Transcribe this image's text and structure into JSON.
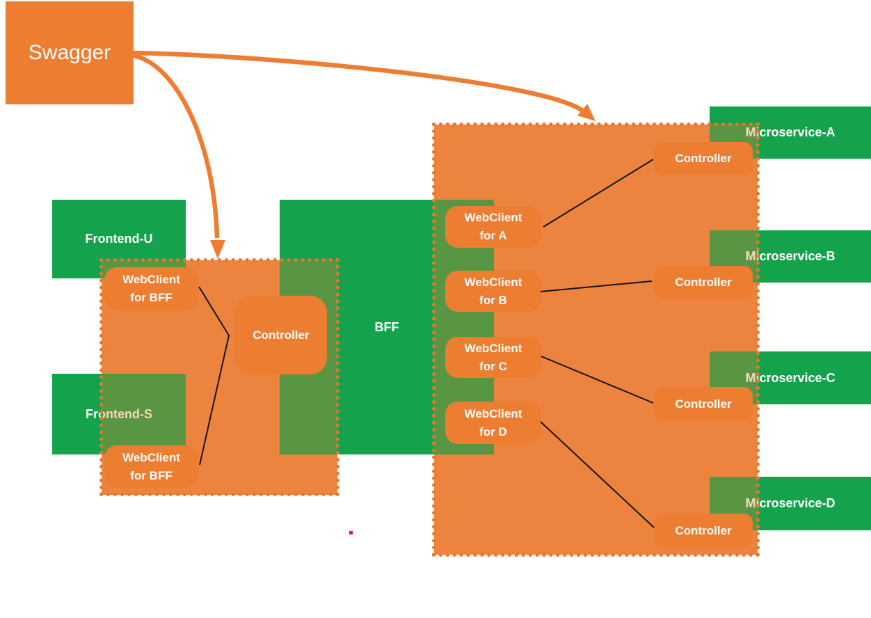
{
  "diagram_title": "Swagger / BFF / Microservices architecture diagram",
  "colors": {
    "orange_opaque": "#ED7D31",
    "orange_group_fill": "#EC8440",
    "orange_dotted_border": "#E8772B",
    "green_service": "#14A34C",
    "connector_black": "#151515",
    "stray_dot_red": "#E8192C",
    "label_white": "#FFFFFF"
  },
  "swagger": {
    "label": "Swagger"
  },
  "frontends": {
    "u": {
      "label": "Frontend-U"
    },
    "s": {
      "label": "Frontend-S"
    }
  },
  "bff": {
    "label": "BFF"
  },
  "left_group": {
    "webclient_top": {
      "line1": "WebClient",
      "line2": "for BFF"
    },
    "webclient_bottom": {
      "line1": "WebClient",
      "line2": "for BFF"
    },
    "controller": {
      "label": "Controller"
    }
  },
  "right_group": {
    "webclients": [
      {
        "line1": "WebClient",
        "line2": "for A"
      },
      {
        "line1": "WebClient",
        "line2": "for B"
      },
      {
        "line1": "WebClient",
        "line2": "for C"
      },
      {
        "line1": "WebClient",
        "line2": "for D"
      }
    ],
    "controllers": [
      {
        "label": "Controller"
      },
      {
        "label": "Controller"
      },
      {
        "label": "Controller"
      },
      {
        "label": "Controller"
      }
    ]
  },
  "microservices": [
    {
      "label": "Microservice-A"
    },
    {
      "label": "Microservice-B"
    },
    {
      "label": "Microservice-C"
    },
    {
      "label": "Microservice-D"
    }
  ]
}
